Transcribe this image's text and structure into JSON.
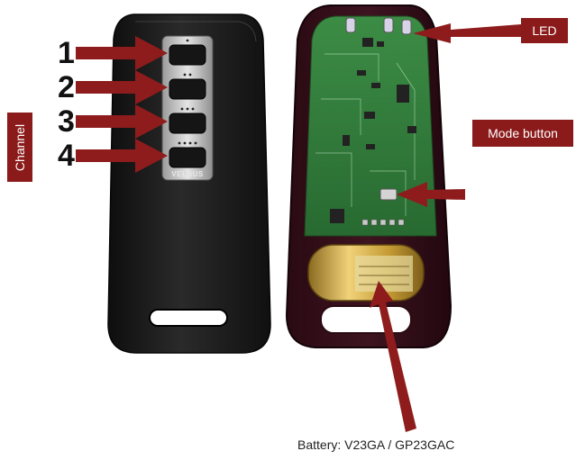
{
  "labels": {
    "channel": "Channel",
    "led": "LED",
    "mode_button": "Mode button",
    "battery": "Battery: V23GA / GP23GAC",
    "brand": "VELBUS"
  },
  "channels": [
    {
      "number": "1",
      "dots": "•"
    },
    {
      "number": "2",
      "dots": "••"
    },
    {
      "number": "3",
      "dots": "•••"
    },
    {
      "number": "4",
      "dots": "••••"
    }
  ],
  "colors": {
    "accent": "#8b1a1a",
    "arrow": "#8e1c1c",
    "remote_body": "#1b1b1b",
    "pcb": "#2f7a3a",
    "battery_gold": "#c9a23a"
  },
  "icons": {
    "arrow": "arrow-right",
    "battery": "coin-battery"
  }
}
